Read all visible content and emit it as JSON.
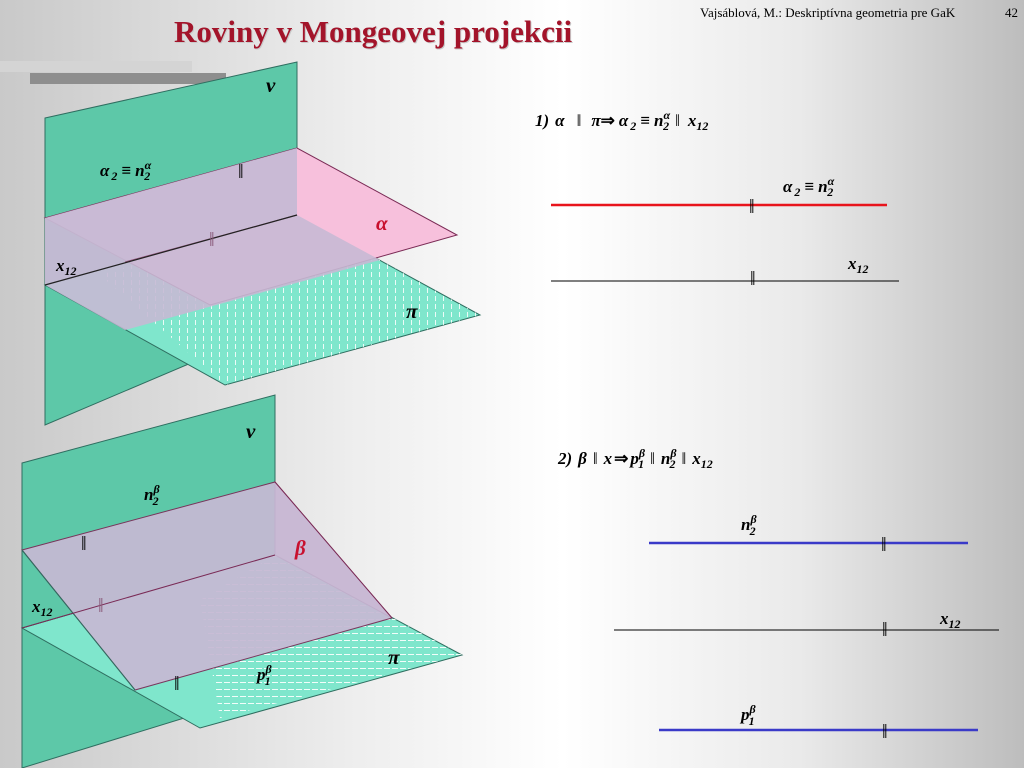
{
  "header": {
    "title": "Roviny v Mongeovej projekcii",
    "credit": "Vajsáblová, M.: Deskriptívna geometria pre GaK",
    "page_number": "42"
  },
  "symbols": {
    "parallel": "‖",
    "implies": "⇒",
    "equiv": "≡"
  },
  "case1": {
    "number": "1)",
    "plane": "α",
    "projection_plane": "π",
    "line": "n",
    "line_sup": "α",
    "index_2": "2",
    "axis": "x",
    "axis_sub": "12"
  },
  "case2": {
    "number": "2)",
    "plane": "β",
    "axis": "x",
    "trace_1": "p",
    "trace_2": "n",
    "trace_sup": "β",
    "index_1": "1",
    "index_2": "2",
    "axis_sub": "12"
  },
  "figure_labels": {
    "vertical_plane": "ν",
    "horizontal_plane": "π",
    "alpha": "α",
    "beta": "β"
  },
  "colors": {
    "title": "#a3142a",
    "vertical_plane": "#5dc8a8",
    "horizontal_plane": "#7fe6cc",
    "inclined_plane": "#f7c0dc",
    "overlap": "#c6b9d4",
    "trace_red": "#e8141c",
    "trace_blue": "#3a3ac8"
  }
}
